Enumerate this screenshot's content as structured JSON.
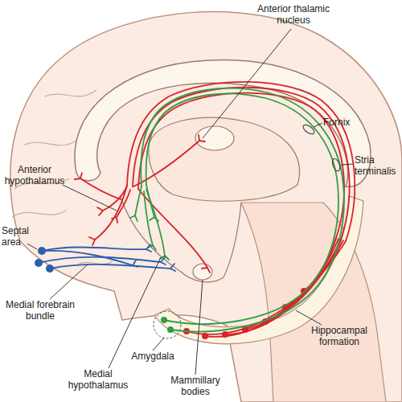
{
  "diagram": {
    "labels": [
      "Anterior thalamic nucleus",
      "Fornix",
      "Stria terminalis",
      "Anterior hypothalamus",
      "Septal area",
      "Medial forebrain bundle",
      "Amygdala",
      "Medial hypothalamus",
      "Mammillary bodies",
      "Hippocampal formation"
    ]
  }
}
